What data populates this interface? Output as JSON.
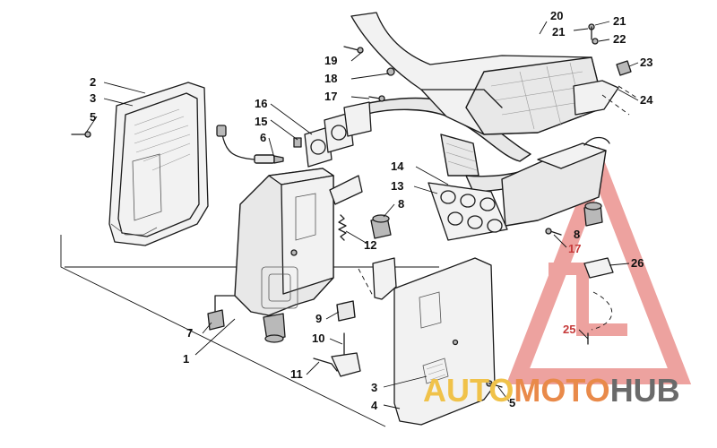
{
  "callouts": {
    "c1": "1",
    "c2": "2",
    "c3a": "3",
    "c3b": "3",
    "c4": "4",
    "c5a": "5",
    "c5b": "5",
    "c6": "6",
    "c7": "7",
    "c8a": "8",
    "c8b": "8",
    "c9": "9",
    "c10": "10",
    "c11": "11",
    "c12": "12",
    "c13": "13",
    "c14": "14",
    "c15": "15",
    "c16": "16",
    "c17a": "17",
    "c17b": "17",
    "c18": "18",
    "c19": "19",
    "c20": "20",
    "c21a": "21",
    "c21b": "21",
    "c22": "22",
    "c23": "23",
    "c24": "24",
    "c25": "25",
    "c26": "26"
  },
  "watermark": {
    "part1": "AUTO",
    "part2": "MOTO",
    "part3": "HUB",
    "colors": {
      "auto": "#f0c24a",
      "moto": "#e98a4a",
      "hub": "#6a6a6a",
      "triangle": "#e8837f"
    }
  }
}
